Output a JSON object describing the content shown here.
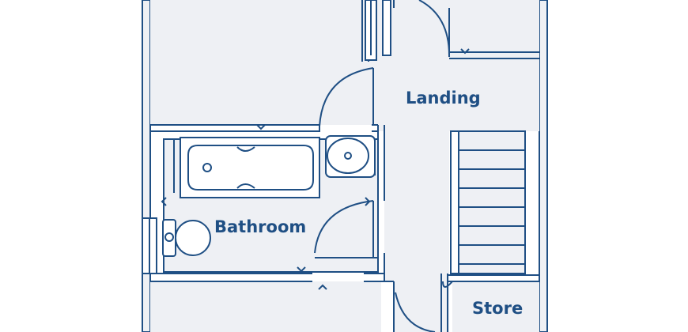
{
  "floorplan": {
    "colors": {
      "room_fill": "#eef0f4",
      "wall": "#1f4f84",
      "fixture_fill": "#ffffff",
      "label": "#1f4f84",
      "background": "#ffffff"
    },
    "rooms": [
      {
        "id": "landing",
        "label": "Landing"
      },
      {
        "id": "bathroom",
        "label": "Bathroom"
      },
      {
        "id": "store",
        "label": "Store"
      }
    ],
    "fixtures": [
      "bathtub",
      "washbasin",
      "toilet",
      "radiator",
      "staircase"
    ]
  }
}
